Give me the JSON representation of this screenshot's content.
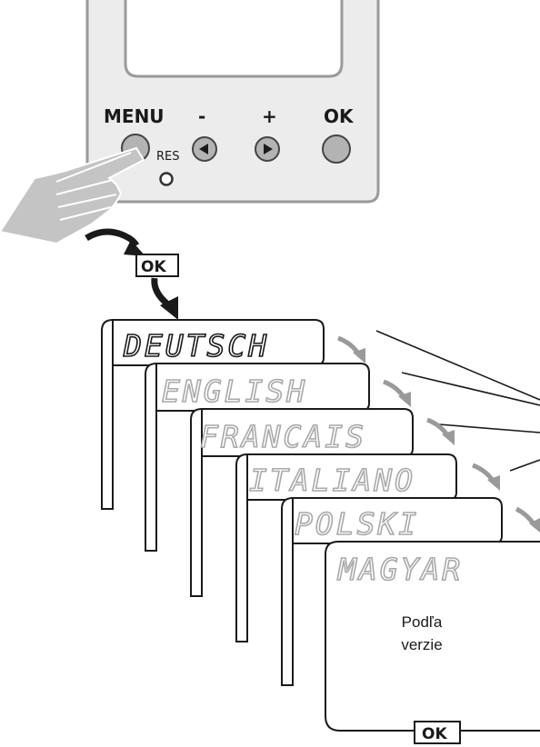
{
  "device": {
    "buttons": {
      "menu_label": "MENU",
      "minus_label": "-",
      "plus_label": "+",
      "ok_label": "OK"
    },
    "reset_label": "RES"
  },
  "flow": {
    "ok_badge": "OK"
  },
  "languages": [
    "DEUTSCH",
    "ENGLISH",
    "FRANCAIS",
    "ITALIANO",
    "POLSKI",
    "MAGYAR"
  ],
  "final_screen": {
    "note_line1": "Podľa",
    "note_line2": "verzie",
    "ok_label": "OK"
  },
  "colors": {
    "panel_fill": "#ececec",
    "panel_stroke": "#9a9a9a",
    "button_fill": "#b3b3b3",
    "hand_fill": "#c4c4c4",
    "arrow_fill": "#1a1a1a",
    "inactive_text": "#a9a9a9",
    "small_arrow": "#9a9a9a"
  }
}
